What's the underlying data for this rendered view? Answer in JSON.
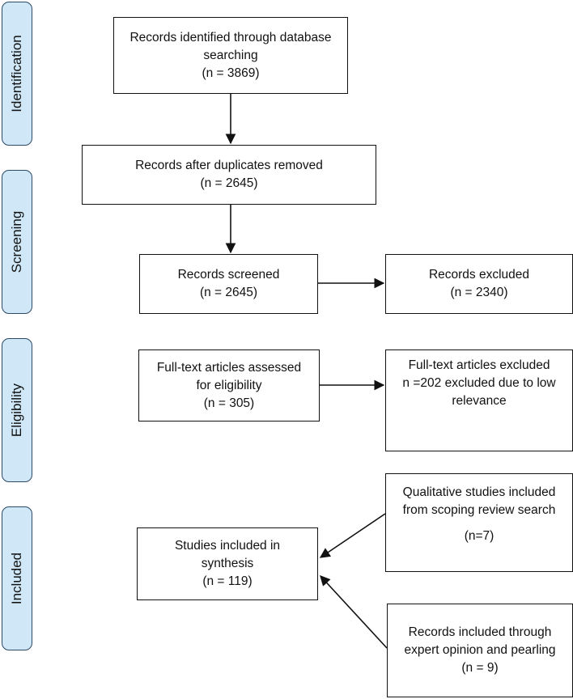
{
  "phases": {
    "identification": "Identification",
    "screening": "Screening",
    "eligibility": "Eligibility",
    "included": "Included"
  },
  "boxes": {
    "identified": {
      "line1": "Records identified through database",
      "line2": "searching",
      "line3": "(n = 3869)"
    },
    "duplicates": {
      "line1": "Records after duplicates removed",
      "line2": "(n = 2645)"
    },
    "screened": {
      "line1": "Records screened",
      "line2": "(n = 2645)"
    },
    "excluded": {
      "line1": "Records excluded",
      "line2": "(n = 2340)"
    },
    "fulltext_assessed": {
      "line1": "Full-text articles assessed",
      "line2": "for eligibility",
      "line3": "(n = 305)"
    },
    "fulltext_excluded": {
      "line1": "Full-text articles excluded",
      "line2": "n =202 excluded due to low",
      "line3": "relevance"
    },
    "qualitative": {
      "line1": "Qualitative studies included",
      "line2": "from scoping review search",
      "line3": "(n=7)"
    },
    "synthesis": {
      "line1": "Studies included in",
      "line2": "synthesis",
      "line3": "(n = 119)"
    },
    "expert": {
      "line1": "Records included through",
      "line2": "expert opinion and pearling",
      "line3": "(n = 9)"
    }
  }
}
